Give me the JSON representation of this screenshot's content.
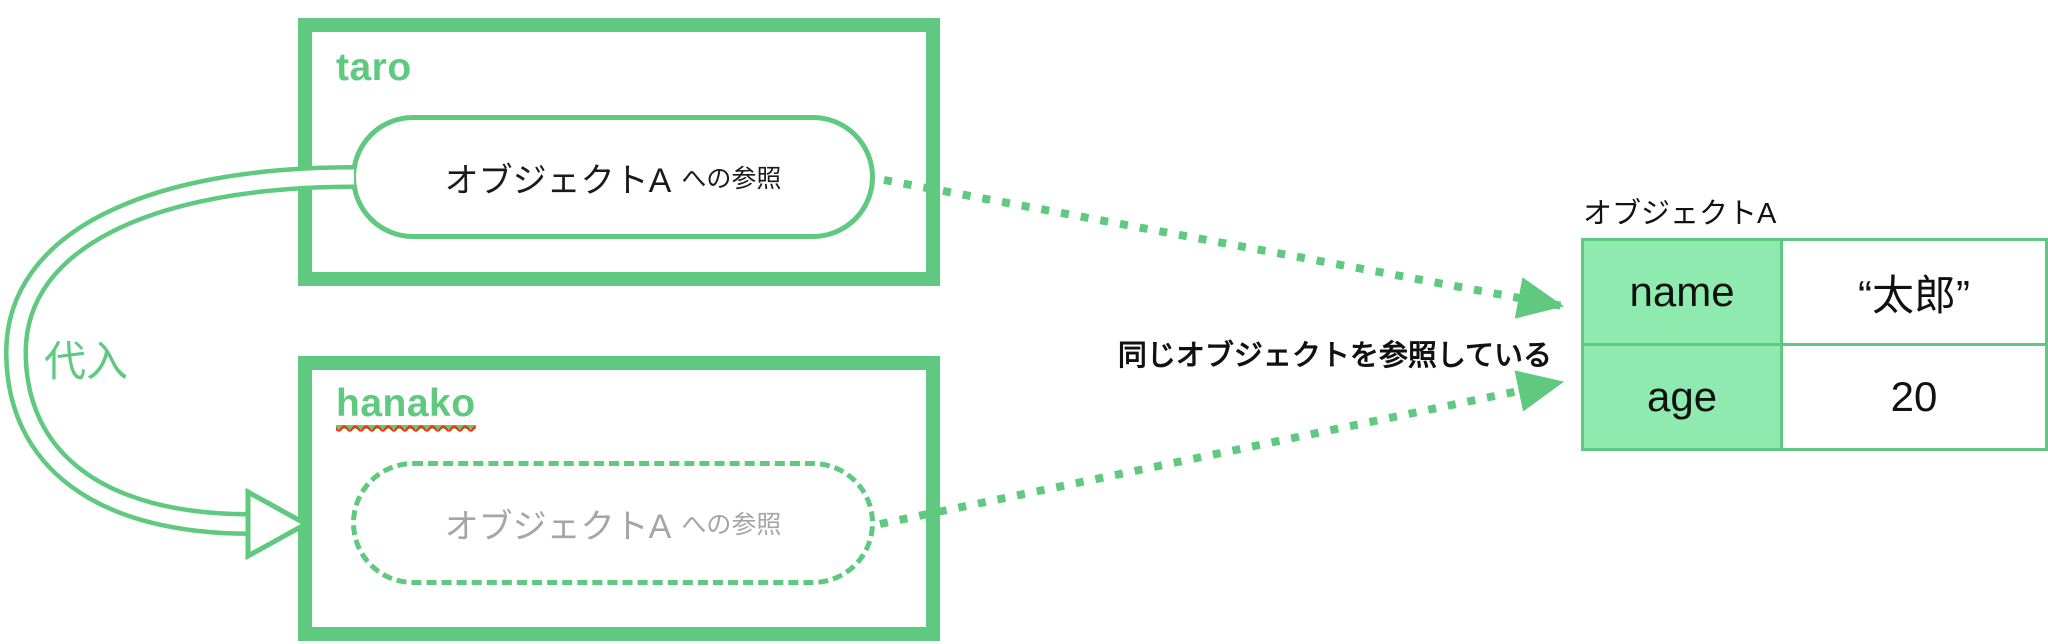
{
  "colors": {
    "accent_green": "#5ec97f",
    "table_cell_green": "#8feab0",
    "muted_reference_text": "#a5a5a5",
    "spellcheck_squiggle_red": "#ff2600"
  },
  "taro": {
    "label": "taro",
    "reference_main": "オブジェクトA",
    "reference_suffix": "への参照"
  },
  "hanako": {
    "label": "hanako",
    "reference_main": "オブジェクトA",
    "reference_suffix": "への参照"
  },
  "assignment_label": "代入",
  "annotation": "同じオブジェクトを参照している",
  "object_table": {
    "title": "オブジェクトA",
    "rows": [
      {
        "key": "name",
        "value": "“太郎”"
      },
      {
        "key": "age",
        "value": "20"
      }
    ]
  }
}
